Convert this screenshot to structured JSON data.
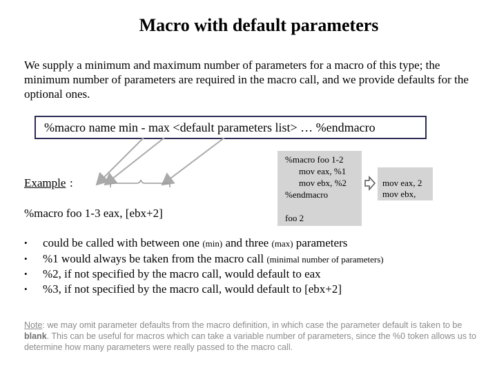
{
  "title": "Macro with default parameters",
  "intro": "We supply a minimum and maximum number of parameters for a macro of this type; the minimum number of parameters are required in the macro call, and we provide defaults for the optional ones.",
  "syntax": "%macro name min - max <default parameters list> …  %endmacro",
  "example": {
    "label": "Example",
    "colon": ":",
    "code": "%macro foo 1-3 eax, [ebx+2]"
  },
  "code_box": {
    "lines": [
      "%macro foo 1-2",
      "mov eax, %1",
      "mov ebx, %2",
      "%endmacro"
    ],
    "call": "foo 2"
  },
  "expand_box": {
    "lines": [
      "mov eax, 2",
      "mov ebx,"
    ]
  },
  "bullets": [
    {
      "pre": "could be called with between one ",
      "s1": "(min)",
      "mid": " and three ",
      "s2": "(max)",
      "post": " parameters"
    },
    {
      "pre": "%1 would always be taken from the macro call ",
      "s1": "(minimal number of parameters)",
      "mid": "",
      "s2": "",
      "post": ""
    },
    {
      "pre": "%2, if not specified by the macro call, would default to eax",
      "s1": "",
      "mid": "",
      "s2": "",
      "post": ""
    },
    {
      "pre": "%3, if not specified by the macro call, would default to [ebx+2]",
      "s1": "",
      "mid": "",
      "s2": "",
      "post": ""
    }
  ],
  "bullet_glyph": "•",
  "note": {
    "label": "Note",
    "t1": ": we may omit parameter defaults from the macro definition, in which case the parameter default is taken to be ",
    "blank": "blank",
    "t2": ". This can be useful for macros which can take a variable number of parameters, since the %0 token allows us to determine how many parameters were really passed to the macro call."
  },
  "colors": {
    "box_border": "#2b2b55",
    "code_bg": "#d4d4d4",
    "arrow": "#a9a9a9",
    "note_text": "#8a8a8a"
  }
}
